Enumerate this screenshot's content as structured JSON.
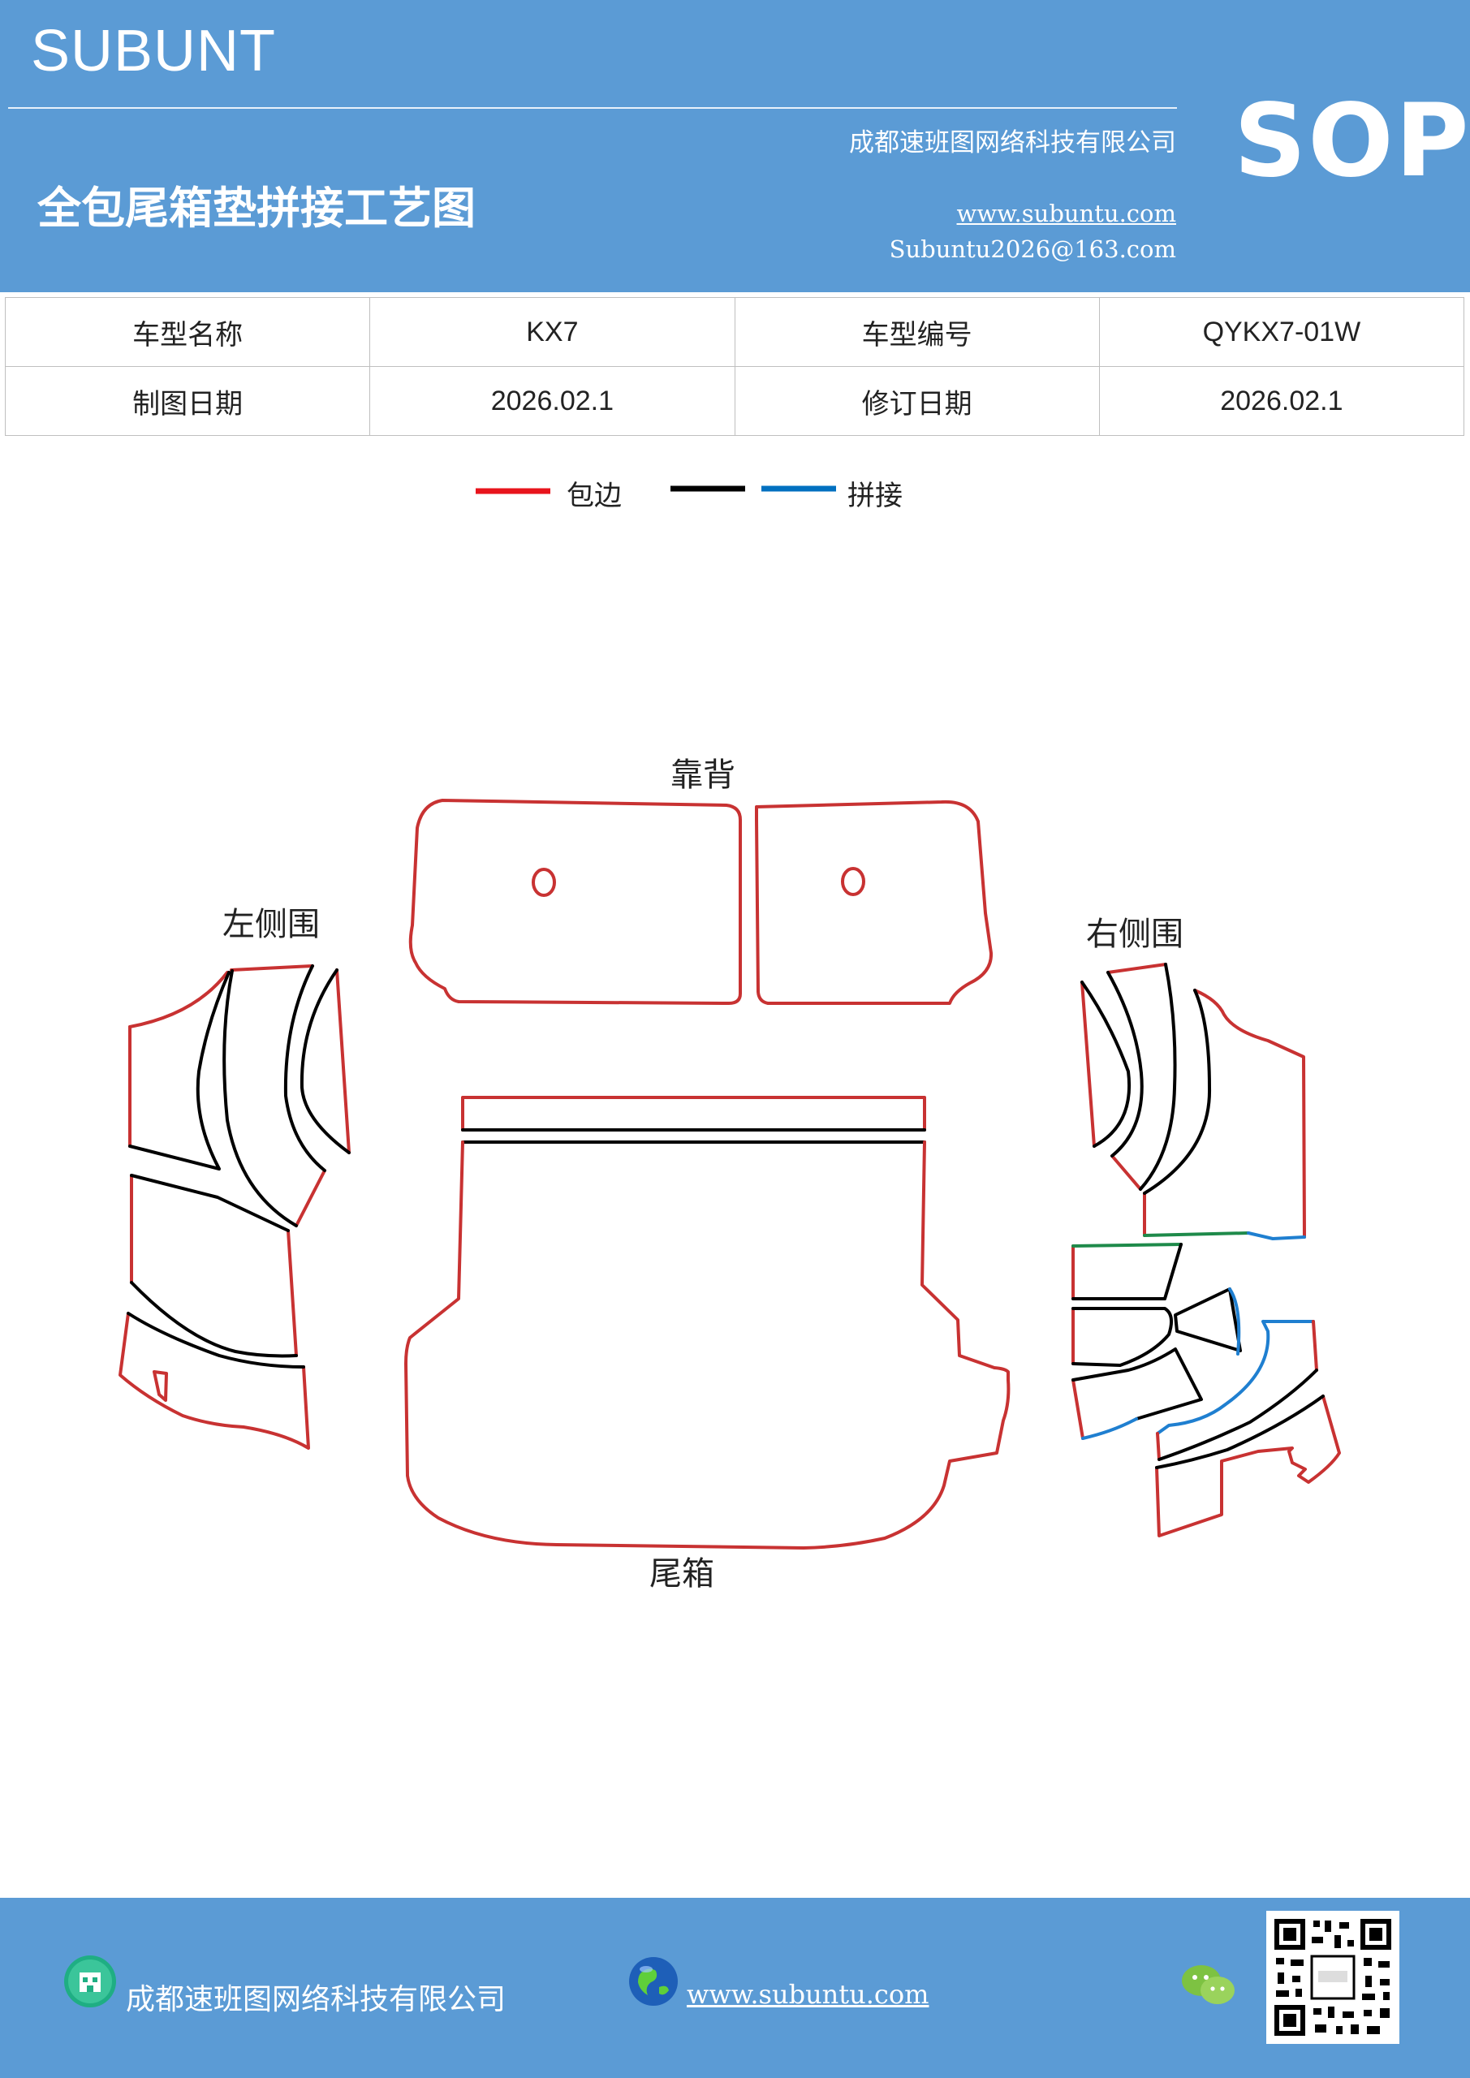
{
  "header": {
    "brand": "SUBUNT",
    "company": "成都速班图网络科技有限公司",
    "title": "全包尾箱垫拼接工艺图",
    "website": "www.subuntu.com",
    "email": "Subuntu2026@163.com",
    "badge": "SOP"
  },
  "info": {
    "model_name_label": "车型名称",
    "model_name_value": "KX7",
    "model_code_label": "车型编号",
    "model_code_value": "QYKX7-01W",
    "draw_date_label": "制图日期",
    "draw_date_value": "2026.02.1",
    "revise_date_label": "修订日期",
    "revise_date_value": "2026.02.1"
  },
  "legend": {
    "edge_label": "包边",
    "joint_label": "拼接",
    "colors": {
      "edge": "#e8141c",
      "black": "#000000",
      "blue": "#0070c0"
    }
  },
  "parts": {
    "backrest": "靠背",
    "left_side": "左侧围",
    "right_side": "右侧围",
    "trunk": "尾箱"
  },
  "footer": {
    "company": "成都速班图网络科技有限公司",
    "website": "www.subuntu.com"
  },
  "colors": {
    "header_bg": "#5b9bd5",
    "outline_red": "#c83232",
    "seam_green": "#1e8a4a",
    "seam_blue": "#1f7fd0"
  }
}
